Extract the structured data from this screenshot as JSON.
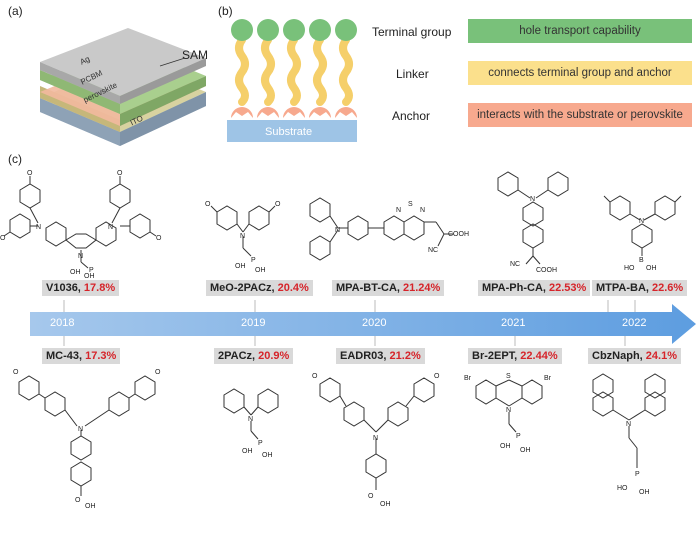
{
  "panel_labels": {
    "a": "(a)",
    "b": "(b)",
    "c": "(c)"
  },
  "device_layers": [
    "Ag",
    "PCBM",
    "perovskite",
    "ITO"
  ],
  "sam_label": "SAM",
  "substrate_label": "Substrate",
  "legend": [
    {
      "term": "Terminal group",
      "desc": "hole transport capability",
      "color": "#79c17a"
    },
    {
      "term": "Linker",
      "desc": "connects terminal group and anchor",
      "color": "#fbe08c"
    },
    {
      "term": "Anchor",
      "desc": "interacts with the substrate or perovskite",
      "color": "#f7a98e"
    }
  ],
  "timeline": {
    "years": [
      "2018",
      "2019",
      "2020",
      "2021",
      "2022"
    ],
    "top_labels": [
      {
        "name": "V1036, ",
        "value": "17.8%"
      },
      {
        "name": "MeO-2PACz, ",
        "value": "20.4%"
      },
      {
        "name": "MPA-BT-CA, ",
        "value": "21.24%"
      },
      {
        "name": "MPA-Ph-CA, ",
        "value": "22.53%"
      },
      {
        "name": "MTPA-BA, ",
        "value": "22.6%"
      }
    ],
    "bottom_labels": [
      {
        "name": "MC-43, ",
        "value": "17.3%"
      },
      {
        "name": "2PACz, ",
        "value": "20.9%"
      },
      {
        "name": "EADR03, ",
        "value": "21.2%"
      },
      {
        "name": "Br-2EPT, ",
        "value": "22.44%"
      },
      {
        "name": "CbzNaph, ",
        "value": "24.1%"
      }
    ]
  },
  "atoms": {
    "N": "N",
    "O": "O",
    "OH": "OH",
    "P": "P",
    "S": "S",
    "Br": "Br",
    "B": "B",
    "COOH": "COOH",
    "NC": "NC",
    "HO": "HO"
  }
}
